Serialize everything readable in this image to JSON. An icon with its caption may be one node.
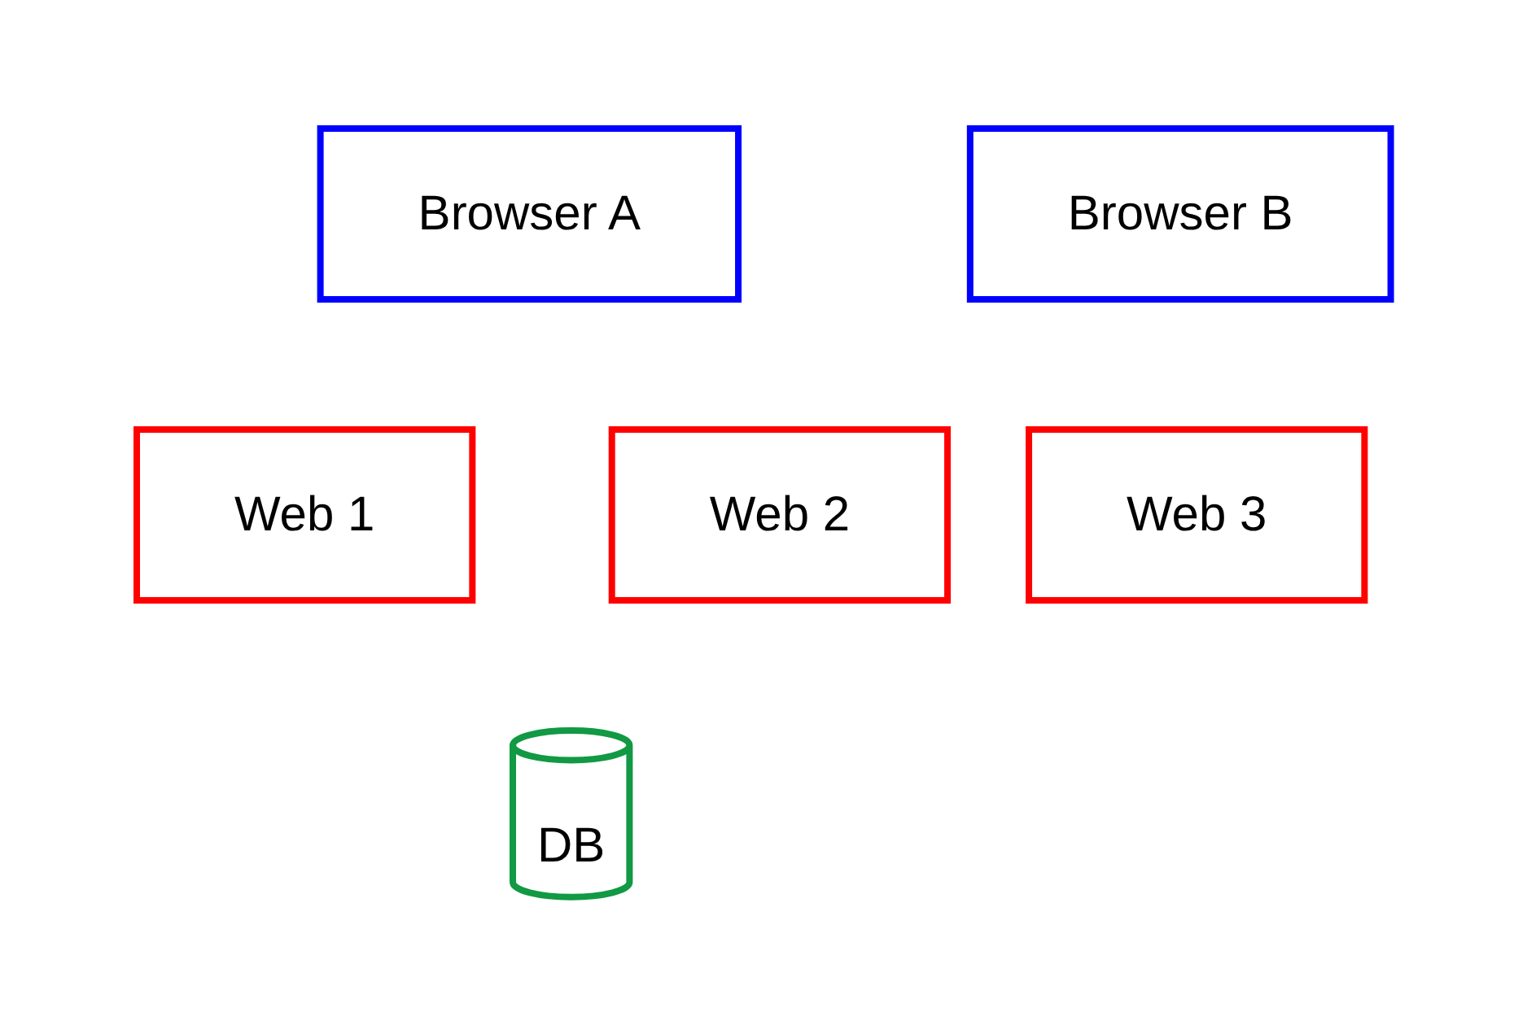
{
  "diagram": {
    "nodes": [
      {
        "text": [
          "Browser A"
        ]
      },
      {
        "text": [
          "Browser B"
        ]
      },
      {
        "text": [
          "Web 1"
        ]
      },
      {
        "text": [
          "Web 2"
        ]
      },
      {
        "text": [
          "Web 3"
        ]
      },
      {
        "text": [
          "DB"
        ]
      }
    ]
  }
}
